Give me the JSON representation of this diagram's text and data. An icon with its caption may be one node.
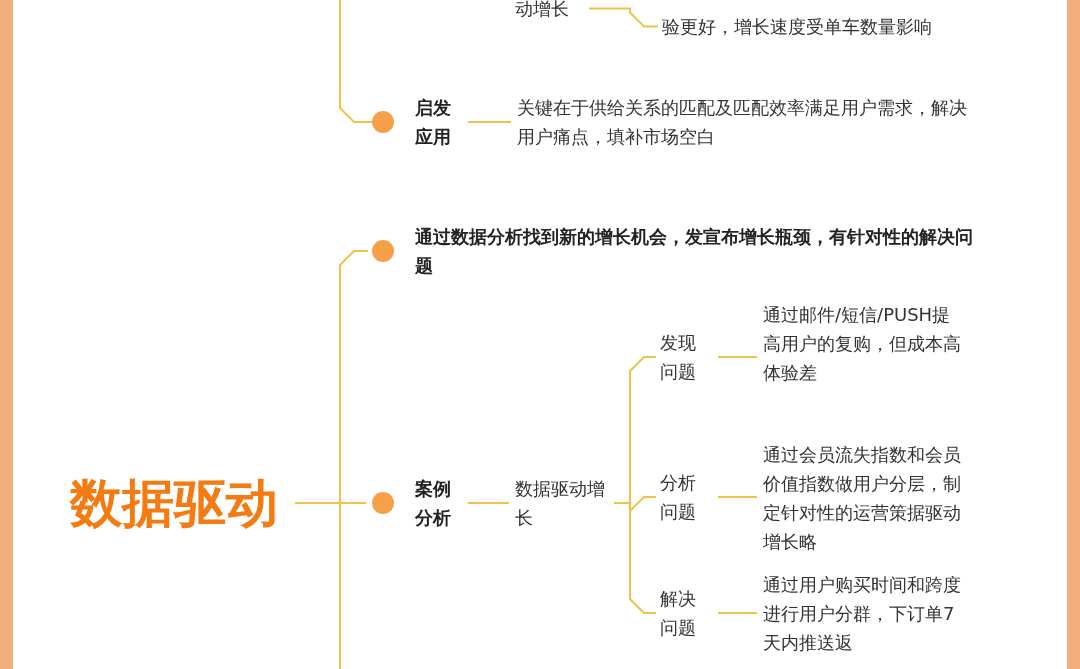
{
  "diagram": {
    "nodes": [
      {
        "text": [
          "数据驱动"
        ]
      },
      {
        "text": [
          "动增长"
        ]
      },
      {
        "text": [
          "验更好，增长速度受单车数量影响"
        ]
      },
      {
        "text": [
          "启发应用"
        ]
      },
      {
        "text": [
          "关键在于供给关系的匹配及匹配效率满足用户需求，解决用户痛点，填补市场空白"
        ]
      },
      {
        "text": [
          "通过数据分析找到新的增长机会，发宣布增长瓶颈，有针对性的解决问题"
        ]
      },
      {
        "text": [
          "案例分析"
        ]
      },
      {
        "text": [
          "数据驱动增长"
        ]
      },
      {
        "text": [
          "发现问题"
        ]
      },
      {
        "text": [
          "通过邮件/短信/PUSH提高用户的复购，但成本高体验差"
        ]
      },
      {
        "text": [
          "分析问题"
        ]
      },
      {
        "text": [
          "通过会员流失指数和会员价值指数做用户分层，制定针对性的运营策据驱动增长略"
        ]
      },
      {
        "text": [
          "解决问题"
        ]
      },
      {
        "text": [
          "通过用户购买时间和跨度进行用户分群，下订单7天内推送返"
        ]
      }
    ],
    "edges": [
      {
        "from": 1,
        "to": 2,
        "arrow": "none"
      },
      {
        "from": null,
        "to": 3,
        "arrow": "none"
      },
      {
        "from": 3,
        "to": 4,
        "arrow": "none"
      },
      {
        "from": 0,
        "to": 5,
        "arrow": "none"
      },
      {
        "from": 0,
        "to": 6,
        "arrow": "none"
      },
      {
        "from": 0,
        "to": null,
        "arrow": "none"
      },
      {
        "from": 6,
        "to": 7,
        "arrow": "none"
      },
      {
        "from": 7,
        "to": 8,
        "arrow": "none"
      },
      {
        "from": 7,
        "to": 10,
        "arrow": "none"
      },
      {
        "from": 7,
        "to": 12,
        "arrow": "none"
      },
      {
        "from": 8,
        "to": 9,
        "arrow": "none"
      },
      {
        "from": 10,
        "to": 11,
        "arrow": "none"
      },
      {
        "from": 12,
        "to": 13,
        "arrow": "none"
      }
    ]
  }
}
